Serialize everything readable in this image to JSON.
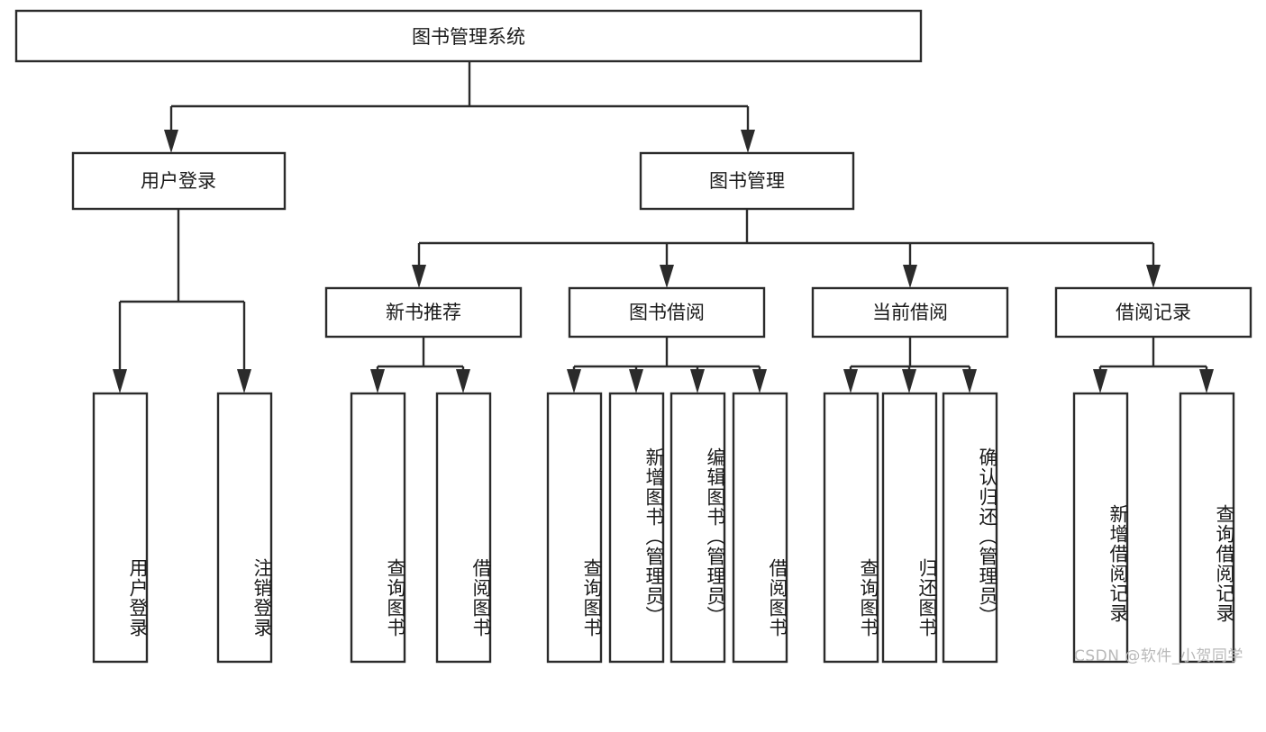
{
  "diagram": {
    "title": "图书管理系统",
    "type": "hierarchy-tree",
    "orientation": "top-down",
    "root": {
      "id": "root",
      "label": "图书管理系统"
    },
    "level1": [
      {
        "id": "user-login",
        "label": "用户登录"
      },
      {
        "id": "book-manage",
        "label": "图书管理"
      }
    ],
    "level2": [
      {
        "id": "new-book-recommend",
        "label": "新书推荐",
        "parent": "book-manage"
      },
      {
        "id": "book-borrow",
        "label": "图书借阅",
        "parent": "book-manage"
      },
      {
        "id": "current-borrow",
        "label": "当前借阅",
        "parent": "book-manage"
      },
      {
        "id": "borrow-record",
        "label": "借阅记录",
        "parent": "book-manage"
      }
    ],
    "leaves": [
      {
        "id": "leaf-user-login",
        "label": "用户登录",
        "parent": "user-login"
      },
      {
        "id": "leaf-logout-login",
        "label": "注销登录",
        "parent": "user-login"
      },
      {
        "id": "leaf-query-book-1",
        "label": "查询图书",
        "parent": "new-book-recommend"
      },
      {
        "id": "leaf-borrow-book-1",
        "label": "借阅图书",
        "parent": "new-book-recommend"
      },
      {
        "id": "leaf-query-book-2",
        "label": "查询图书",
        "parent": "book-borrow"
      },
      {
        "id": "leaf-add-book",
        "label": "新增图书（管理员）",
        "parent": "book-borrow"
      },
      {
        "id": "leaf-edit-book",
        "label": "编辑图书（管理员）",
        "parent": "book-borrow"
      },
      {
        "id": "leaf-borrow-book-2",
        "label": "借阅图书",
        "parent": "book-borrow"
      },
      {
        "id": "leaf-query-book-3",
        "label": "查询图书",
        "parent": "current-borrow"
      },
      {
        "id": "leaf-return-book",
        "label": "归还图书",
        "parent": "current-borrow"
      },
      {
        "id": "leaf-confirm-return",
        "label": "确认归还（管理员）",
        "parent": "current-borrow"
      },
      {
        "id": "leaf-add-record",
        "label": "新增借阅记录",
        "parent": "borrow-record"
      },
      {
        "id": "leaf-query-record",
        "label": "查询借阅记录",
        "parent": "borrow-record"
      }
    ],
    "watermark": "CSDN @软件_小贺同学",
    "colors": {
      "background": "#ffffff",
      "box_fill": "#ffffff",
      "box_stroke": "#2b2b2b",
      "text": "#1a1a1a",
      "watermark": "#b9b9b9"
    }
  }
}
